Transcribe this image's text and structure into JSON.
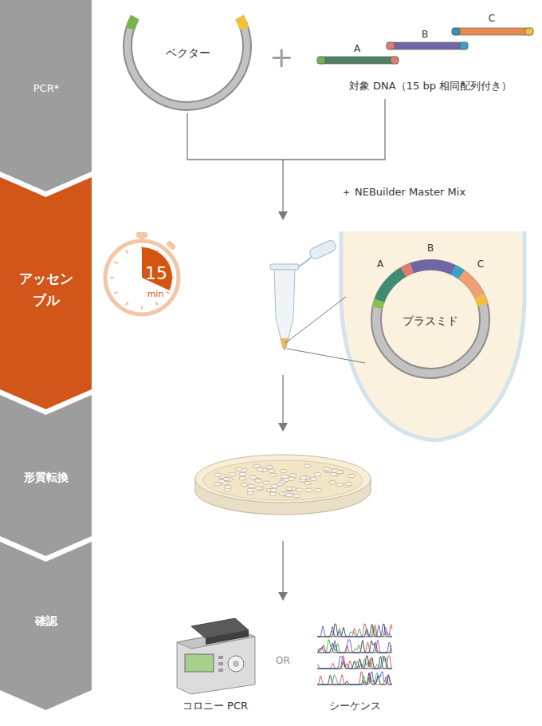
{
  "diagram": {
    "nodes": [
      {
        "text": [
          "PCR*"
        ]
      },
      {
        "text": [
          "アッセン ブル"
        ]
      },
      {
        "text": [
          "形質転換"
        ]
      },
      {
        "text": [
          "確認"
        ]
      },
      {
        "text": [
          "ベクター"
        ]
      },
      {
        "text": [
          "対象 DNA（15 bp 相同配列付き）"
        ]
      },
      {
        "text": [
          "A"
        ],
        "in": 5
      },
      {
        "text": [
          "B"
        ],
        "in": 5
      },
      {
        "text": [
          "C"
        ],
        "in": 5
      },
      {
        "text": [
          "15",
          "min"
        ]
      },
      {
        "text": [
          "プラスミド"
        ]
      },
      {
        "text": [
          "コロニー PCR"
        ]
      },
      {
        "text": [
          "シーケンス"
        ]
      }
    ],
    "labels": [
      "+",
      "＋ NEBuilder Master Mix",
      "A",
      "B",
      "C",
      "OR"
    ]
  }
}
